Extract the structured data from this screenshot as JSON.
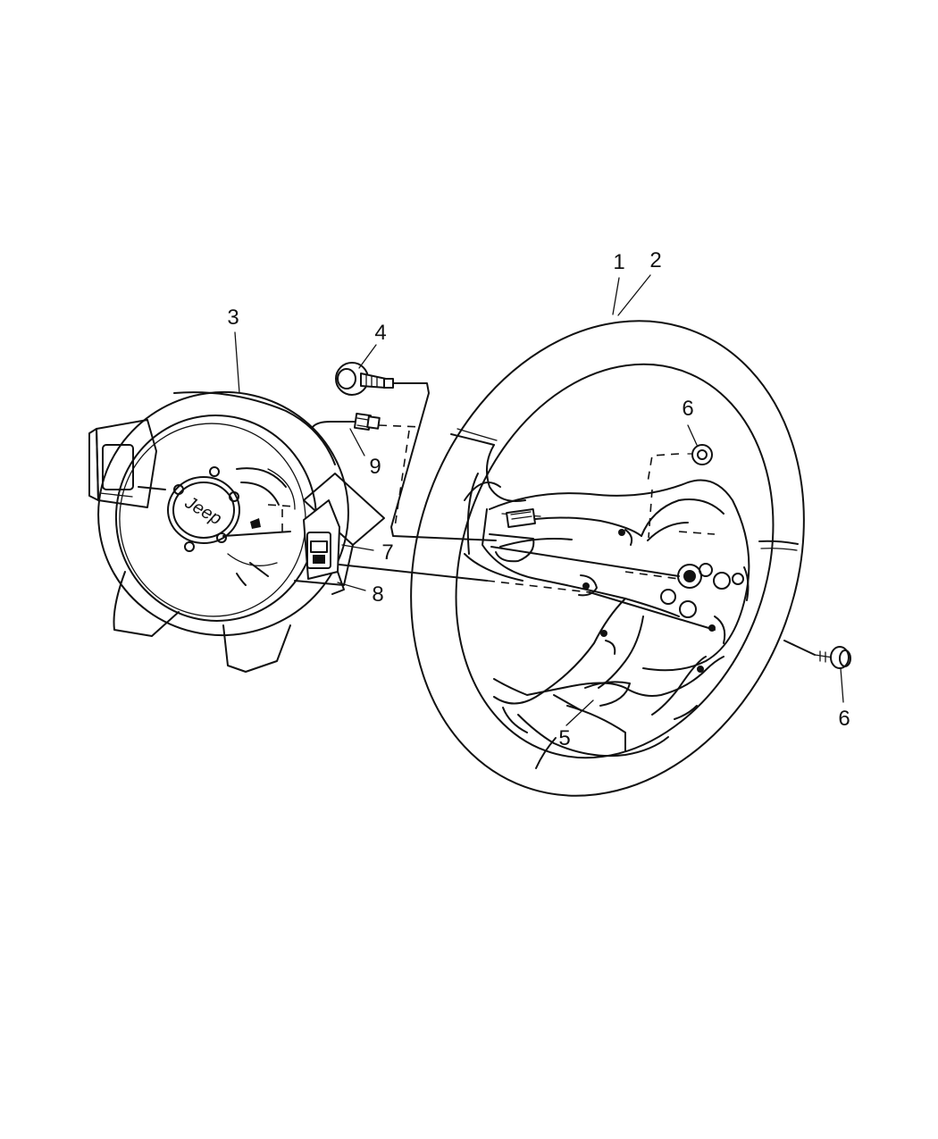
{
  "callouts": [
    {
      "id": "1",
      "label": "1"
    },
    {
      "id": "2",
      "label": "2"
    },
    {
      "id": "3",
      "label": "3"
    },
    {
      "id": "4",
      "label": "4"
    },
    {
      "id": "5",
      "label": "5"
    },
    {
      "id": "6a",
      "label": "6"
    },
    {
      "id": "6b",
      "label": "6"
    },
    {
      "id": "7",
      "label": "7"
    },
    {
      "id": "8",
      "label": "8"
    },
    {
      "id": "9",
      "label": "9"
    }
  ],
  "logo": {
    "text": "Jeep"
  }
}
